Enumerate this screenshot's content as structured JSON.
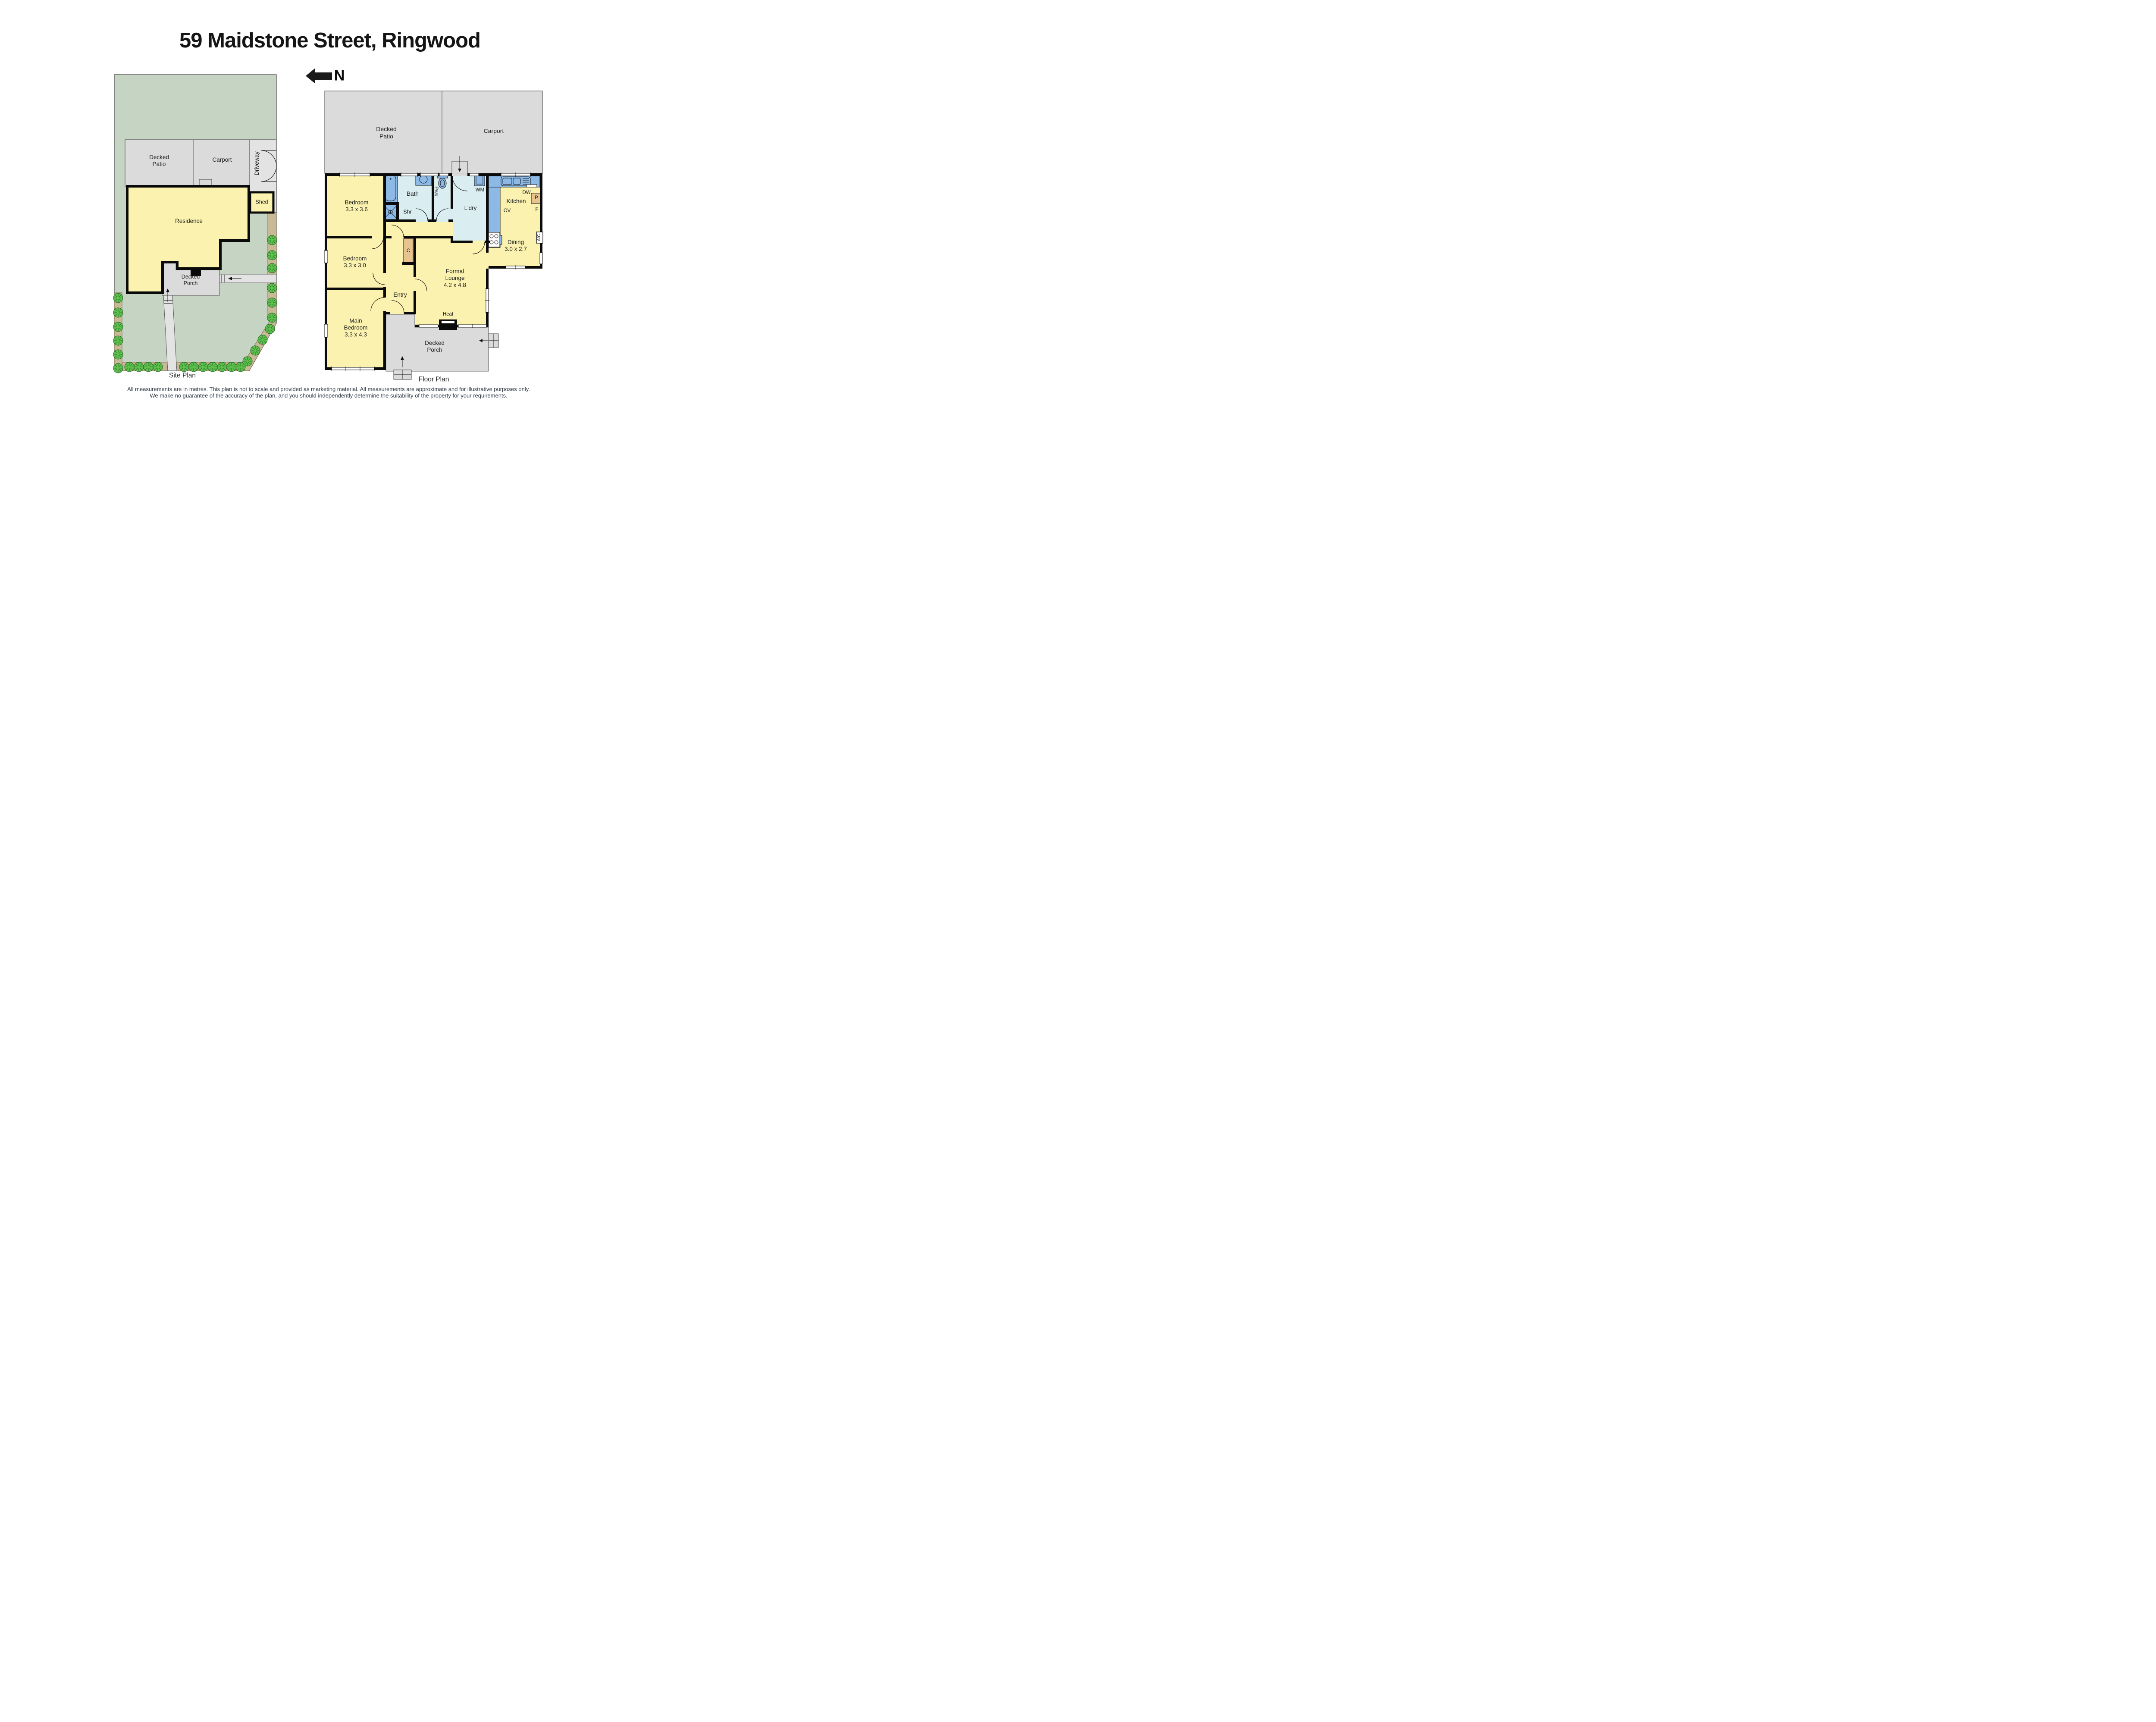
{
  "title": "59 Maidstone Street, Ringwood",
  "compass": {
    "north_label": "N"
  },
  "site_plan": {
    "caption": "Site Plan",
    "decked_patio_line1": "Decked",
    "decked_patio_line2": "Patio",
    "carport": "Carport",
    "driveway": "Driveway",
    "shed": "Shed",
    "residence": "Residence",
    "decked_porch_line1": "Decked",
    "decked_porch_line2": "Porch"
  },
  "floor_plan": {
    "caption": "Floor Plan",
    "decked_patio_line1": "Decked",
    "decked_patio_line2": "Patio",
    "carport": "Carport",
    "bedroom1_name": "Bedroom",
    "bedroom1_dims": "3.3 x 3.6",
    "bath": "Bath",
    "shower": "Shr",
    "powder": "Pwd",
    "washing_machine": "WM",
    "laundry": "L'dry",
    "kitchen": "Kitchen",
    "dishwasher": "DW",
    "pantry": "P",
    "fridge": "F",
    "oven": "OV",
    "dining_name": "Dining",
    "dining_dims": "3.0 x 2.7",
    "air_conditioner": "A/C",
    "bedroom2_name": "Bedroom",
    "bedroom2_dims": "3.3 x 3.0",
    "closet": "C",
    "lounge_line1": "Formal",
    "lounge_line2": "Lounge",
    "lounge_dims": "4.2 x 4.8",
    "entry": "Entry",
    "heater": "Heat",
    "main_bedroom_line1": "Main",
    "main_bedroom_line2": "Bedroom",
    "main_bedroom_dims": "3.3 x 4.3",
    "decked_porch_line1": "Decked",
    "decked_porch_line2": "Porch"
  },
  "disclaimer": {
    "line1": "All measurements are in metres. This plan is not to scale and provided as marketing material. All measurements are approximate and for illustrative purposes only.",
    "line2": "We make no guarantee of the accuracy of the plan, and you should independently determine the suitability of the property for your requirements."
  },
  "colors": {
    "room_yellow": "#FAF2AE",
    "hard_surface_grey": "#DBDBDB",
    "site_green": "#C6D5C3",
    "garden_bed_tan": "#C9BA97",
    "tree_green": "#5FC24E",
    "wet_area_blue": "#8CB9E6",
    "wet_room_cyan": "#DAEDF0",
    "cabinet_tan": "#E7C48F",
    "wall_black": "#0A0A0A",
    "disclaimer_text": "#2E3A47"
  }
}
